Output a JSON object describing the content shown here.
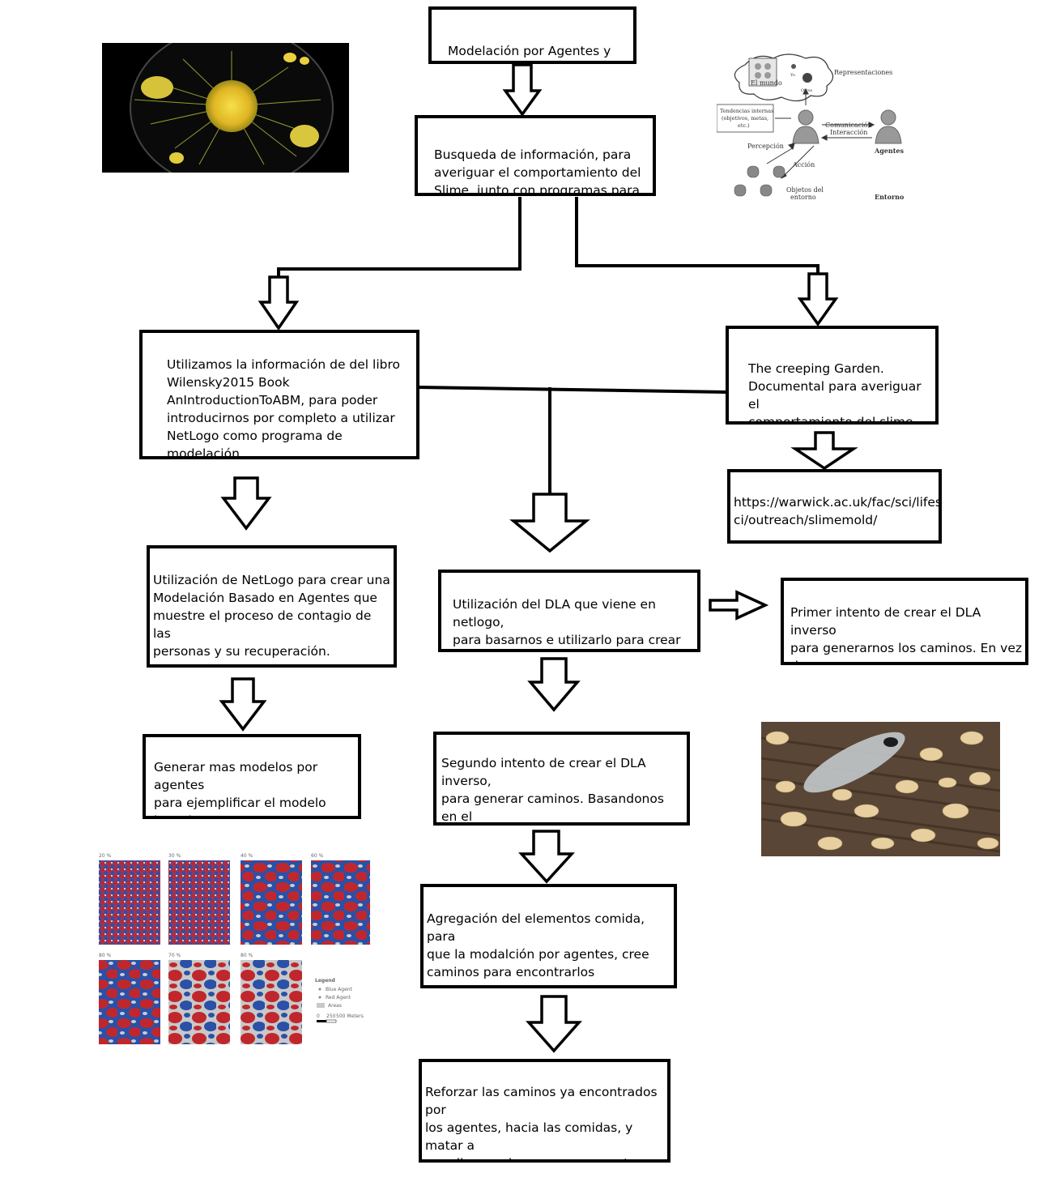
{
  "boxes": {
    "title": "Modelación por Agentes y el\nSlime Mould",
    "search": "Busqueda de información, para\naveriguar el comportamiento del\nSlime, junto con programas para\nla modelación",
    "book": "Utilizamos la información de del libro\nWilensky2015 Book\nAnIntroductionToABM, para poder\nintroducirnos por completo a utilizar\nNetLogo como programa de modelación\npor agentes",
    "garden": "The creeping Garden.\nDocumental para averiguar el\ncomportamiento del slime",
    "warwick": "https://warwick.ac.uk/fac/sci/lifes\nci/outreach/slimemold/\n\nInformación del Slime",
    "netlogo": "Utilización de NetLogo para crear una\nModelación Basado en Agentes que\nmuestre el proceso de contagio de las\npersonas y su recuperación.",
    "more_models": "Generar mas modelos por agentes\npara ejemplificar el modelo\nbasados en agentes",
    "dla": "Utilización del DLA que viene en netlogo,\npara basarnos e utilizarlo para crear un\nDLA inverso que forme los caminos como\nlo hace el Slime",
    "first_try": "Primer intento de crear el DLA inverso\npara generarnos los caminos. En vez de\nquedarse los agentes una vez que\nencuentra un camino desaparecen",
    "second_try": "Segundo intento de crear el DLA inverso,\npara generar caminos. Basandonos en el\nintento anterior. Modelamos en como el\nSlime empieza a generar caminos para\nencontrar la comida",
    "food": "Agregación del elementos comida, para\nque la modalción por agentes, cree\ncaminos para encontrarlos",
    "reinforce": "Reforzar las caminos ya encontrados por\nlos agentes, hacia las comidas, y matar a\naquellos caminos que no encontraron\nningun alimento. Para generar\ncompletamente el modelo del slime"
  },
  "agent_diagram": {
    "world": "El mundo",
    "yo": "Yo",
    "otros": "Otros",
    "representaciones": "Representaciones",
    "tendencias": [
      "Tendencias internas",
      "(objetivos, metas,",
      "etc.)"
    ],
    "comunicacion": [
      "Comunicación",
      "Interacción"
    ],
    "agentes": "Agentes",
    "percepcion": "Percepción",
    "accion": "Acción",
    "objetos": [
      "Objetos del",
      "entorno"
    ],
    "entorno": "Entorno"
  },
  "segregation_panels": {
    "labels": [
      "20 %",
      "30 %",
      "40 %",
      "60 %",
      "80 %",
      "70 %",
      "80 %"
    ],
    "legend_title": "Legend",
    "legend_items": [
      "Blue Agent",
      "Red Agent",
      "Areas"
    ],
    "scale": [
      "0",
      "250",
      "500 Meters"
    ]
  },
  "colors": {
    "red_agent": "#c0272d",
    "blue_agent": "#2b50a8",
    "area": "#c8c8c8"
  }
}
